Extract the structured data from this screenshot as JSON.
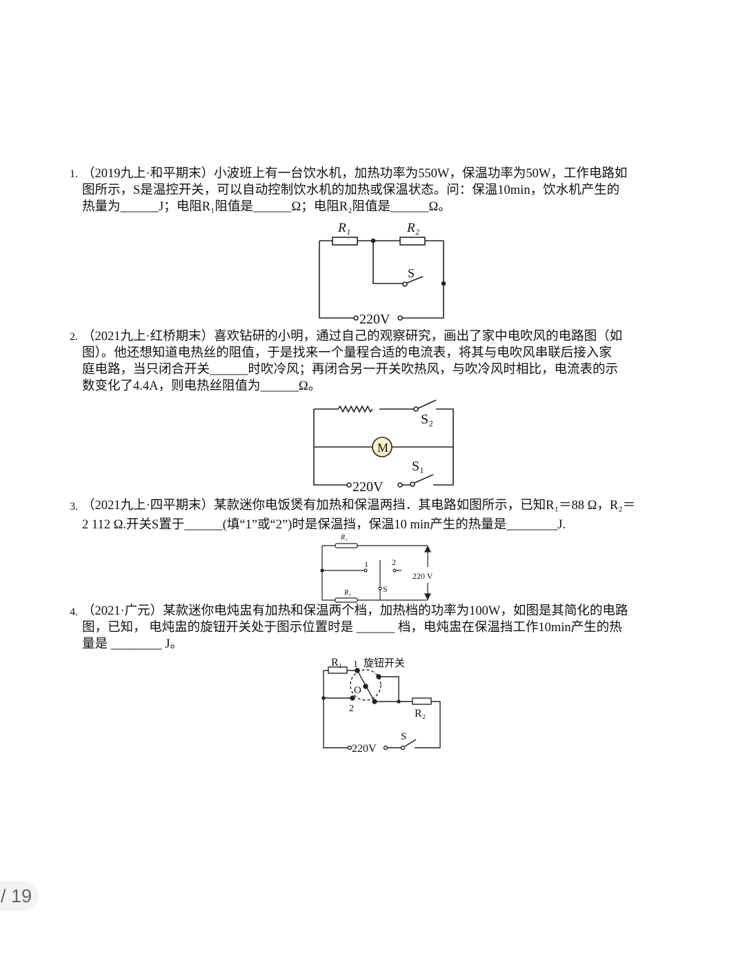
{
  "questions": [
    {
      "number": "1.",
      "lines": [
        "（2019九上·和平期末）小波班上有一台饮水机，加热功率为550W，保温功率为50W，工作电路如",
        "图所示，S是温控开关，可以自动控制饮水机的加热或保温状态。问：保温10min，饮水机产生的",
        "热量为______J；电阻R₁阻值是______Ω；电阻R₂阻值是______Ω。"
      ],
      "figure": {
        "r1": "R₁",
        "r2": "R₂",
        "switch": "S",
        "voltage": "220V"
      }
    },
    {
      "number": "2.",
      "lines": [
        "（2021九上·红桥期末）喜欢钻研的小明，通过自己的观察研究，画出了家中电吹风的电路图（如",
        "图）。他还想知道电热丝的阻值，于是找来一个量程合适的电流表，将其与电吹风串联后接入家",
        "庭电路，当只闭合开关______时吹冷风；再闭合另一开关吹热风，与吹冷风时相比，电流表的示",
        "数变化了4.4A，则电热丝阻值为______Ω。"
      ],
      "figure": {
        "motor": "M",
        "s1": "S₁",
        "s2": "S₂",
        "voltage": "220V"
      }
    },
    {
      "number": "3.",
      "lines": [
        "（2021九上·四平期末）某款迷你电饭煲有加热和保温两挡．其电路如图所示，已知R₁＝88 Ω，R₂＝",
        "2 112 Ω.开关S置于______(填“1”或“2”)时是保温挡，保温10 min产生的热量是________J."
      ],
      "figure": {
        "r1": "R₁",
        "r2": "R₂",
        "pos1": "1",
        "pos2": "2",
        "switch": "S",
        "voltage": "220  V"
      }
    },
    {
      "number": "4.",
      "lines": [
        "（2021·广元）某款迷你电炖盅有加热和保温两个档，加热档的功率为100W，如图是其简化的电路",
        "图，已知， 电炖盅的旋钮开关处于图示位置时是 ______ 档，电炖盅在保温挡工作10min产生的热",
        "量是 ________ J。"
      ],
      "figure": {
        "r1": "R₁",
        "r2": "R₂",
        "pos1": "1",
        "pos2": "2",
        "center": "O",
        "knob": "旋钮开关",
        "switch": "S",
        "voltage": "220V"
      }
    }
  ],
  "pager": "/ 19"
}
